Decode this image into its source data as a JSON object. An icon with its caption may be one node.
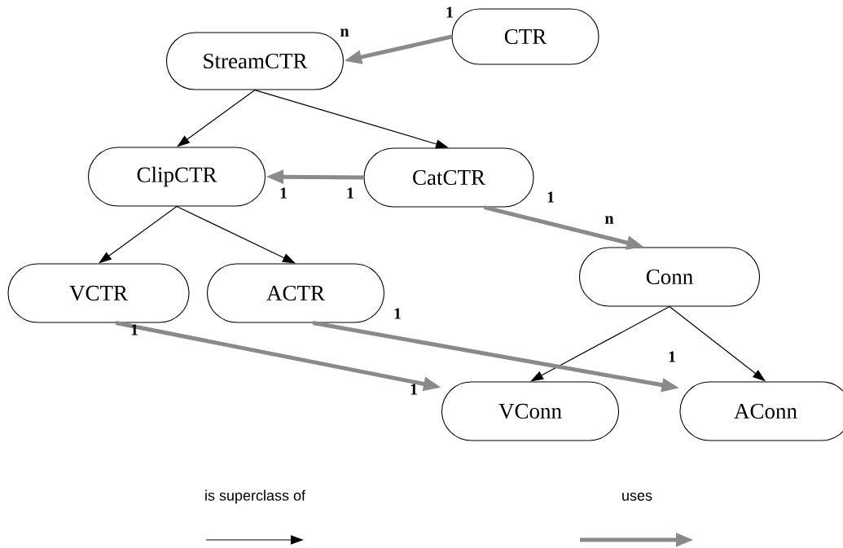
{
  "diagram": {
    "nodes": [
      {
        "text": [
          "StreamCTR"
        ]
      },
      {
        "text": [
          "CTR"
        ]
      },
      {
        "text": [
          "ClipCTR"
        ]
      },
      {
        "text": [
          "CatCTR"
        ]
      },
      {
        "text": [
          "VCTR"
        ]
      },
      {
        "text": [
          "ACTR"
        ]
      },
      {
        "text": [
          "Conn"
        ]
      },
      {
        "text": [
          "VConn"
        ]
      },
      {
        "text": [
          "AConn"
        ]
      }
    ],
    "edges": [
      {
        "from": 1,
        "to": 0,
        "arrow": "to",
        "style": "thick",
        "color": "#8a8a8a"
      },
      {
        "from": 0,
        "to": 2,
        "arrow": "to"
      },
      {
        "from": 0,
        "to": 3,
        "arrow": "to"
      },
      {
        "from": 3,
        "to": 2,
        "arrow": "to",
        "style": "thick",
        "color": "#8a8a8a"
      },
      {
        "from": 3,
        "to": 6,
        "arrow": "to",
        "style": "thick",
        "color": "#8a8a8a"
      },
      {
        "from": 2,
        "to": 4,
        "arrow": "to"
      },
      {
        "from": 2,
        "to": 5,
        "arrow": "to"
      },
      {
        "from": 6,
        "to": 7,
        "arrow": "to"
      },
      {
        "from": 6,
        "to": 8,
        "arrow": "to"
      },
      {
        "from": 4,
        "to": 7,
        "arrow": "to",
        "style": "thick",
        "color": "#8a8a8a"
      },
      {
        "from": 5,
        "to": 8,
        "arrow": "to",
        "style": "thick",
        "color": "#8a8a8a"
      }
    ],
    "labels": [
      "1",
      "n",
      "1",
      "1",
      "1",
      "n",
      "1",
      "1",
      "1",
      "1"
    ],
    "legend": [
      {
        "text": "is superclass of"
      },
      {
        "text": "uses"
      }
    ]
  }
}
